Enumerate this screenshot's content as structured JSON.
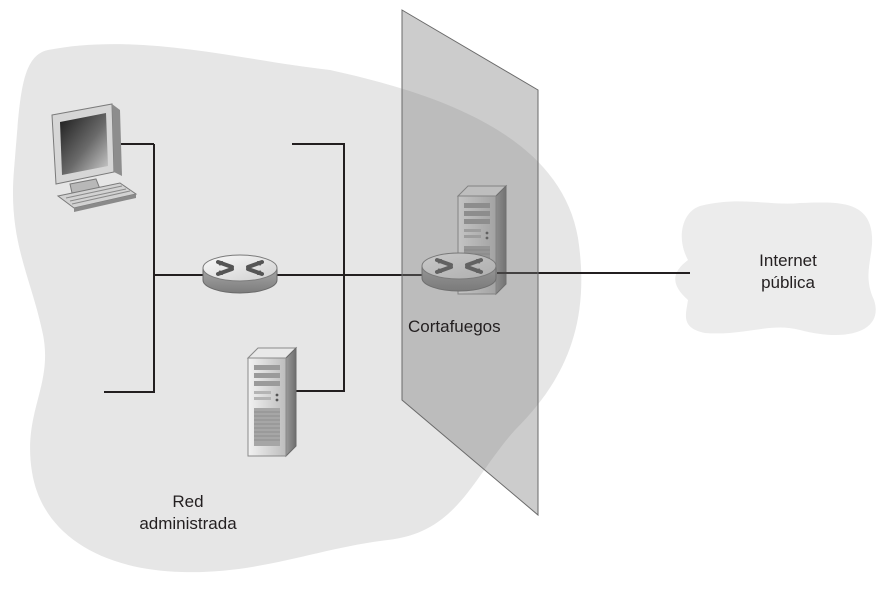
{
  "labels": {
    "firewall": "Cortafuegos",
    "internet_line1": "Internet",
    "internet_line2": "pública",
    "managed_line1": "Red",
    "managed_line2": "administrada"
  },
  "colors": {
    "managed_network_fill": "#e6e6e6",
    "internet_cloud_fill": "#ececec",
    "firewall_panel_fill": "#7a7a7a",
    "line": "#231f20"
  },
  "icons": {
    "computer": "desktop-computer-icon",
    "router": "router-icon",
    "server": "server-tower-icon"
  }
}
